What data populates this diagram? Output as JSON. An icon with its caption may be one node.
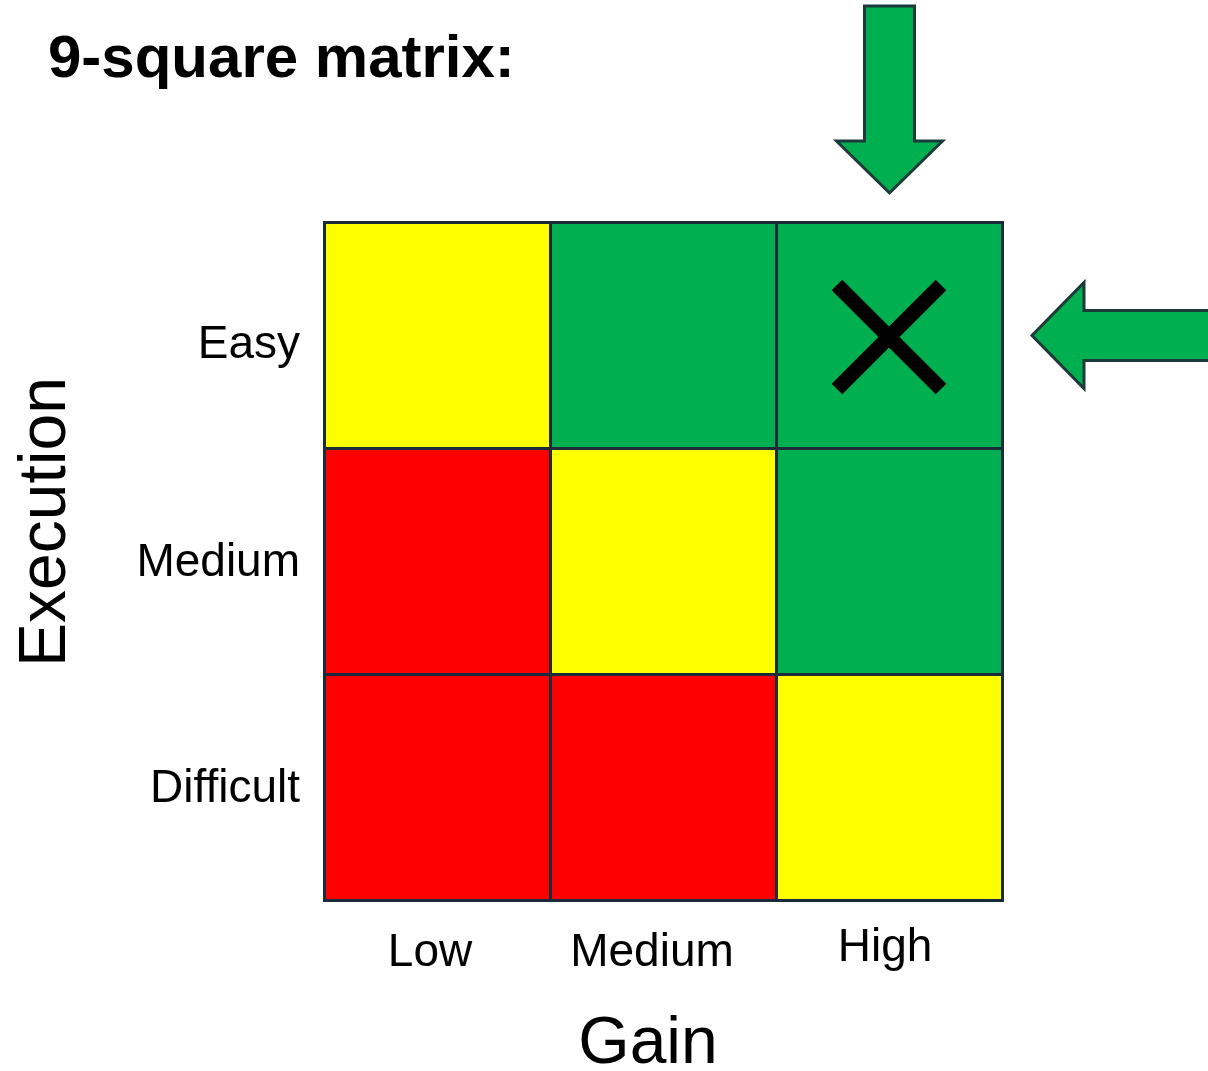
{
  "diagram": {
    "title": "9-square matrix:",
    "nodes": [
      {
        "text": [],
        "shape": "box"
      },
      {
        "text": [],
        "shape": "box"
      },
      {
        "text": [],
        "shape": "box"
      },
      {
        "text": [],
        "shape": "box"
      },
      {
        "text": [],
        "shape": "box"
      },
      {
        "text": [],
        "shape": "box"
      },
      {
        "text": [],
        "shape": "box"
      },
      {
        "text": [],
        "shape": "box"
      },
      {
        "text": [],
        "shape": "box"
      }
    ],
    "edges": [
      {
        "from": null,
        "to": 2,
        "arrow": "to"
      },
      {
        "from": null,
        "to": 2,
        "arrow": "to"
      }
    ],
    "labels": [
      "Easy",
      "Medium",
      "Difficult",
      "Execution",
      "Low",
      "Medium",
      "High",
      "Gain"
    ]
  }
}
